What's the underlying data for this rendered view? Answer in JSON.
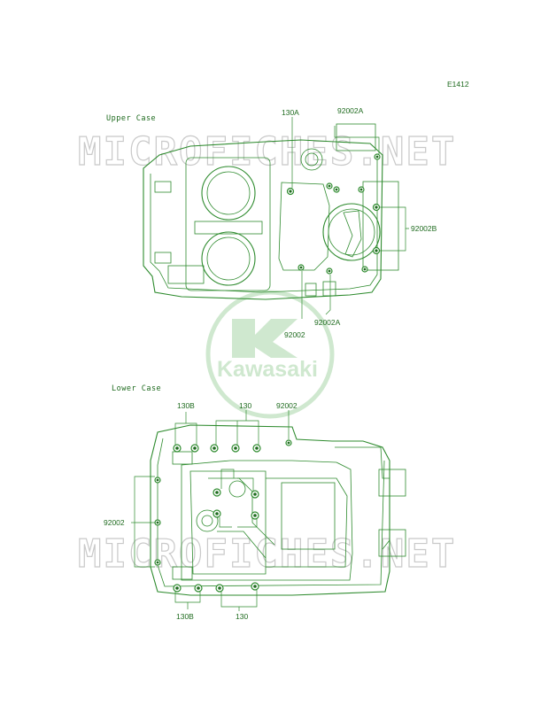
{
  "diagram": {
    "ref_code": "E1412",
    "watermark_text": "MICROFICHES.NET",
    "logo_text": "Kawasaki",
    "colors": {
      "line": "#2e8b2e",
      "label": "#1f6b1f",
      "logo": "#cfe8cf",
      "watermark": "#c9c9c9"
    },
    "upper_case": {
      "title": "Upper Case",
      "labels": {
        "l130a": "130A",
        "l92002a_top": "92002A",
        "l92002b": "92002B",
        "l92002": "92002",
        "l92002a_bottom": "92002A"
      }
    },
    "lower_case": {
      "title": "Lower Case",
      "labels": {
        "l130b_top": "130B",
        "l130_top": "130",
        "l92002_top": "92002",
        "l92002_left": "92002",
        "l130b_bottom": "130B",
        "l130_bottom": "130"
      }
    }
  }
}
